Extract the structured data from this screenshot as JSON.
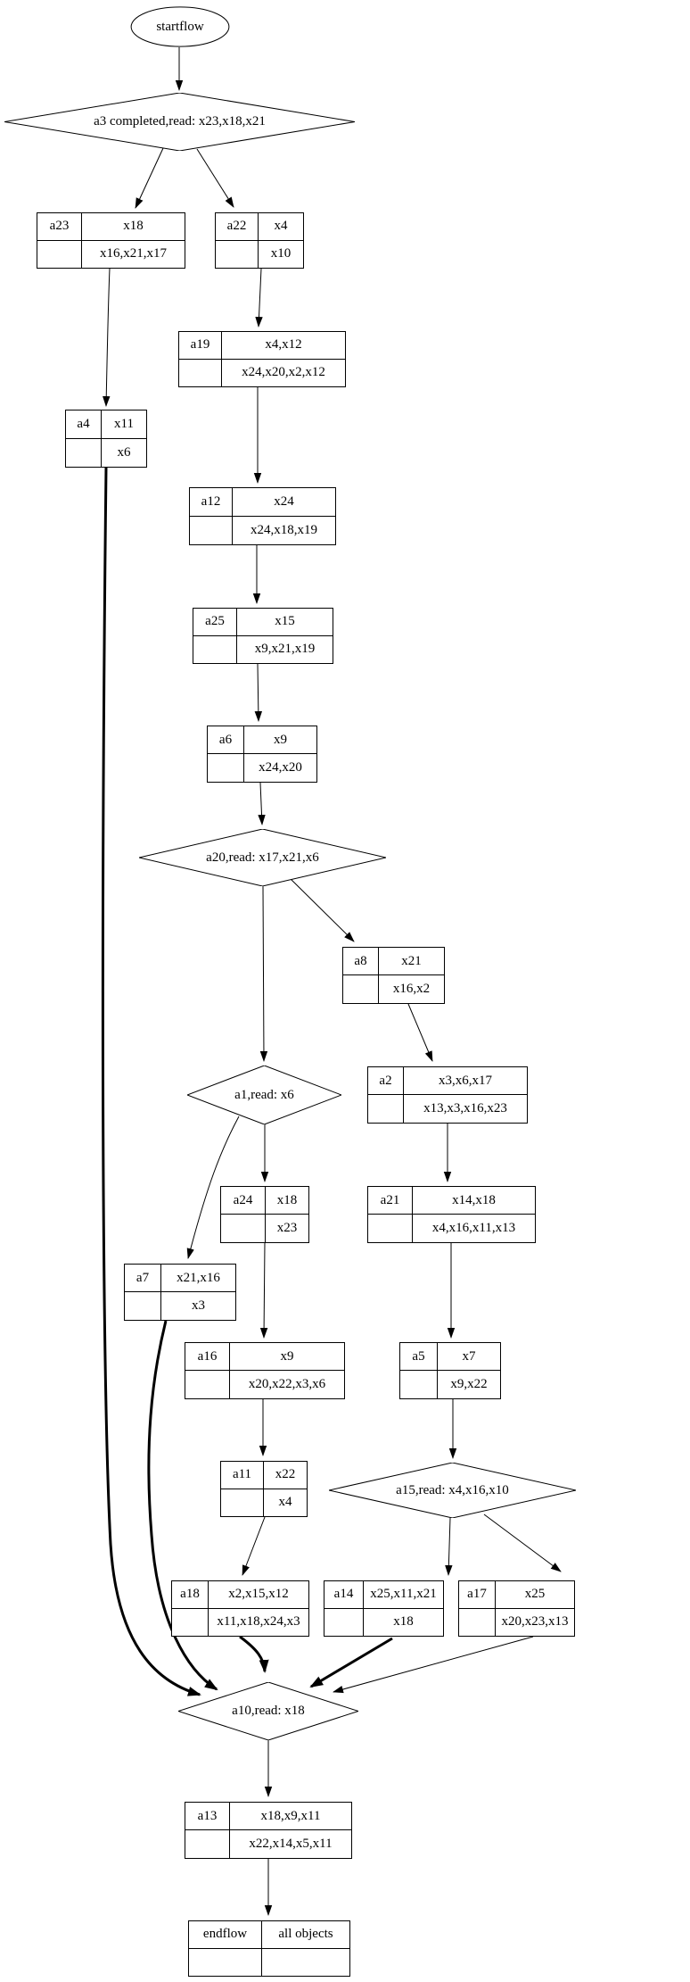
{
  "diagram": {
    "start": {
      "label": "startflow"
    },
    "decisions": {
      "a3": {
        "label": "a3 completed,read: x23,x18,x21"
      },
      "a20": {
        "label": "a20,read: x17,x21,x6"
      },
      "a1": {
        "label": "a1,read: x6"
      },
      "a15": {
        "label": "a15,read: x4,x16,x10"
      },
      "a10": {
        "label": "a10,read: x18"
      }
    },
    "records": {
      "a23": {
        "name": "a23",
        "top": "x18",
        "bottom": "x16,x21,x17"
      },
      "a22": {
        "name": "a22",
        "top": "x4",
        "bottom": "x10"
      },
      "a19": {
        "name": "a19",
        "top": "x4,x12",
        "bottom": "x24,x20,x2,x12"
      },
      "a4": {
        "name": "a4",
        "top": "x11",
        "bottom": "x6"
      },
      "a12": {
        "name": "a12",
        "top": "x24",
        "bottom": "x24,x18,x19"
      },
      "a25": {
        "name": "a25",
        "top": "x15",
        "bottom": "x9,x21,x19"
      },
      "a6": {
        "name": "a6",
        "top": "x9",
        "bottom": "x24,x20"
      },
      "a8": {
        "name": "a8",
        "top": "x21",
        "bottom": "x16,x2"
      },
      "a2": {
        "name": "a2",
        "top": "x3,x6,x17",
        "bottom": "x13,x3,x16,x23"
      },
      "a24": {
        "name": "a24",
        "top": "x18",
        "bottom": "x23"
      },
      "a21": {
        "name": "a21",
        "top": "x14,x18",
        "bottom": "x4,x16,x11,x13"
      },
      "a7": {
        "name": "a7",
        "top": "x21,x16",
        "bottom": "x3"
      },
      "a16": {
        "name": "a16",
        "top": "x9",
        "bottom": "x20,x22,x3,x6"
      },
      "a5": {
        "name": "a5",
        "top": "x7",
        "bottom": "x9,x22"
      },
      "a11": {
        "name": "a11",
        "top": "x22",
        "bottom": "x4"
      },
      "a18": {
        "name": "a18",
        "top": "x2,x15,x12",
        "bottom": "x11,x18,x24,x3"
      },
      "a14": {
        "name": "a14",
        "top": "x25,x11,x21",
        "bottom": "x18"
      },
      "a17": {
        "name": "a17",
        "top": "x25",
        "bottom": "x20,x23,x13"
      },
      "a13": {
        "name": "a13",
        "top": "x18,x9,x11",
        "bottom": "x22,x14,x5,x11"
      }
    },
    "end": {
      "name": "endflow",
      "value": "all objects"
    }
  }
}
